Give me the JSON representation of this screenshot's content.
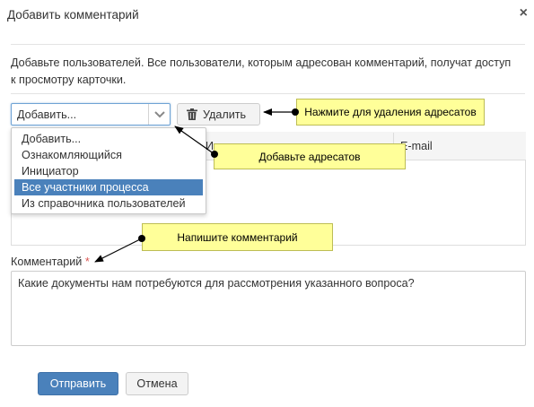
{
  "dialog": {
    "title": "Добавить комментарий",
    "close_glyph": "×"
  },
  "description": "Добавьте пользователей. Все пользователи, которым адресован комментарий, получат доступ к просмотру карточки.",
  "recipients": {
    "select_value": "Добавить...",
    "delete_label": "Удалить",
    "dropdown_options": [
      "Добавить...",
      "Ознакомляющийся",
      "Инициатор",
      "Все участники процесса",
      "Из справочника пользователей"
    ],
    "selected_option": "Все участники процесса",
    "table_headers": [
      "Имя",
      "E-mail"
    ]
  },
  "comment": {
    "label": "Комментарий",
    "required_mark": "*",
    "value": "Какие документы нам потребуются для рассмотрения указанного вопроса?"
  },
  "buttons": {
    "send": "Отправить",
    "cancel": "Отмена"
  },
  "callouts": {
    "delete": "Нажмите для удаления адресатов",
    "add": "Добавьте адресатов",
    "comment": "Напишите комментарий"
  },
  "colors": {
    "primary": "#4a81bb",
    "callout_bg": "#ffff99",
    "required": "#d9534f"
  },
  "icons": {
    "close": "close-icon",
    "caret": "chevron-down-icon",
    "trash": "trash-icon"
  }
}
